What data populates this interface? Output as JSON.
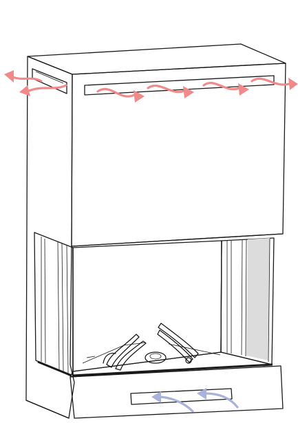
{
  "diagram": {
    "subject": "three-sided-gas-fireplace",
    "colors": {
      "warm_air": "#f08a8a",
      "cool_air": "#a8b2db",
      "outline": "#1a1a1a",
      "glass_tint": "#ededed",
      "side_glass": "#dedede",
      "surface": "#ffffff"
    },
    "arrows": {
      "warm_air_out_top": {
        "direction": "outward-and-right",
        "count": 6
      },
      "cool_air_in_bottom": {
        "direction": "inward-and-up",
        "count": 2
      }
    },
    "parts": [
      "hood",
      "hood-vent-slot",
      "side-vent-slot",
      "glass-opening",
      "burner-tray",
      "log-set",
      "base",
      "base-vent-slot"
    ]
  }
}
